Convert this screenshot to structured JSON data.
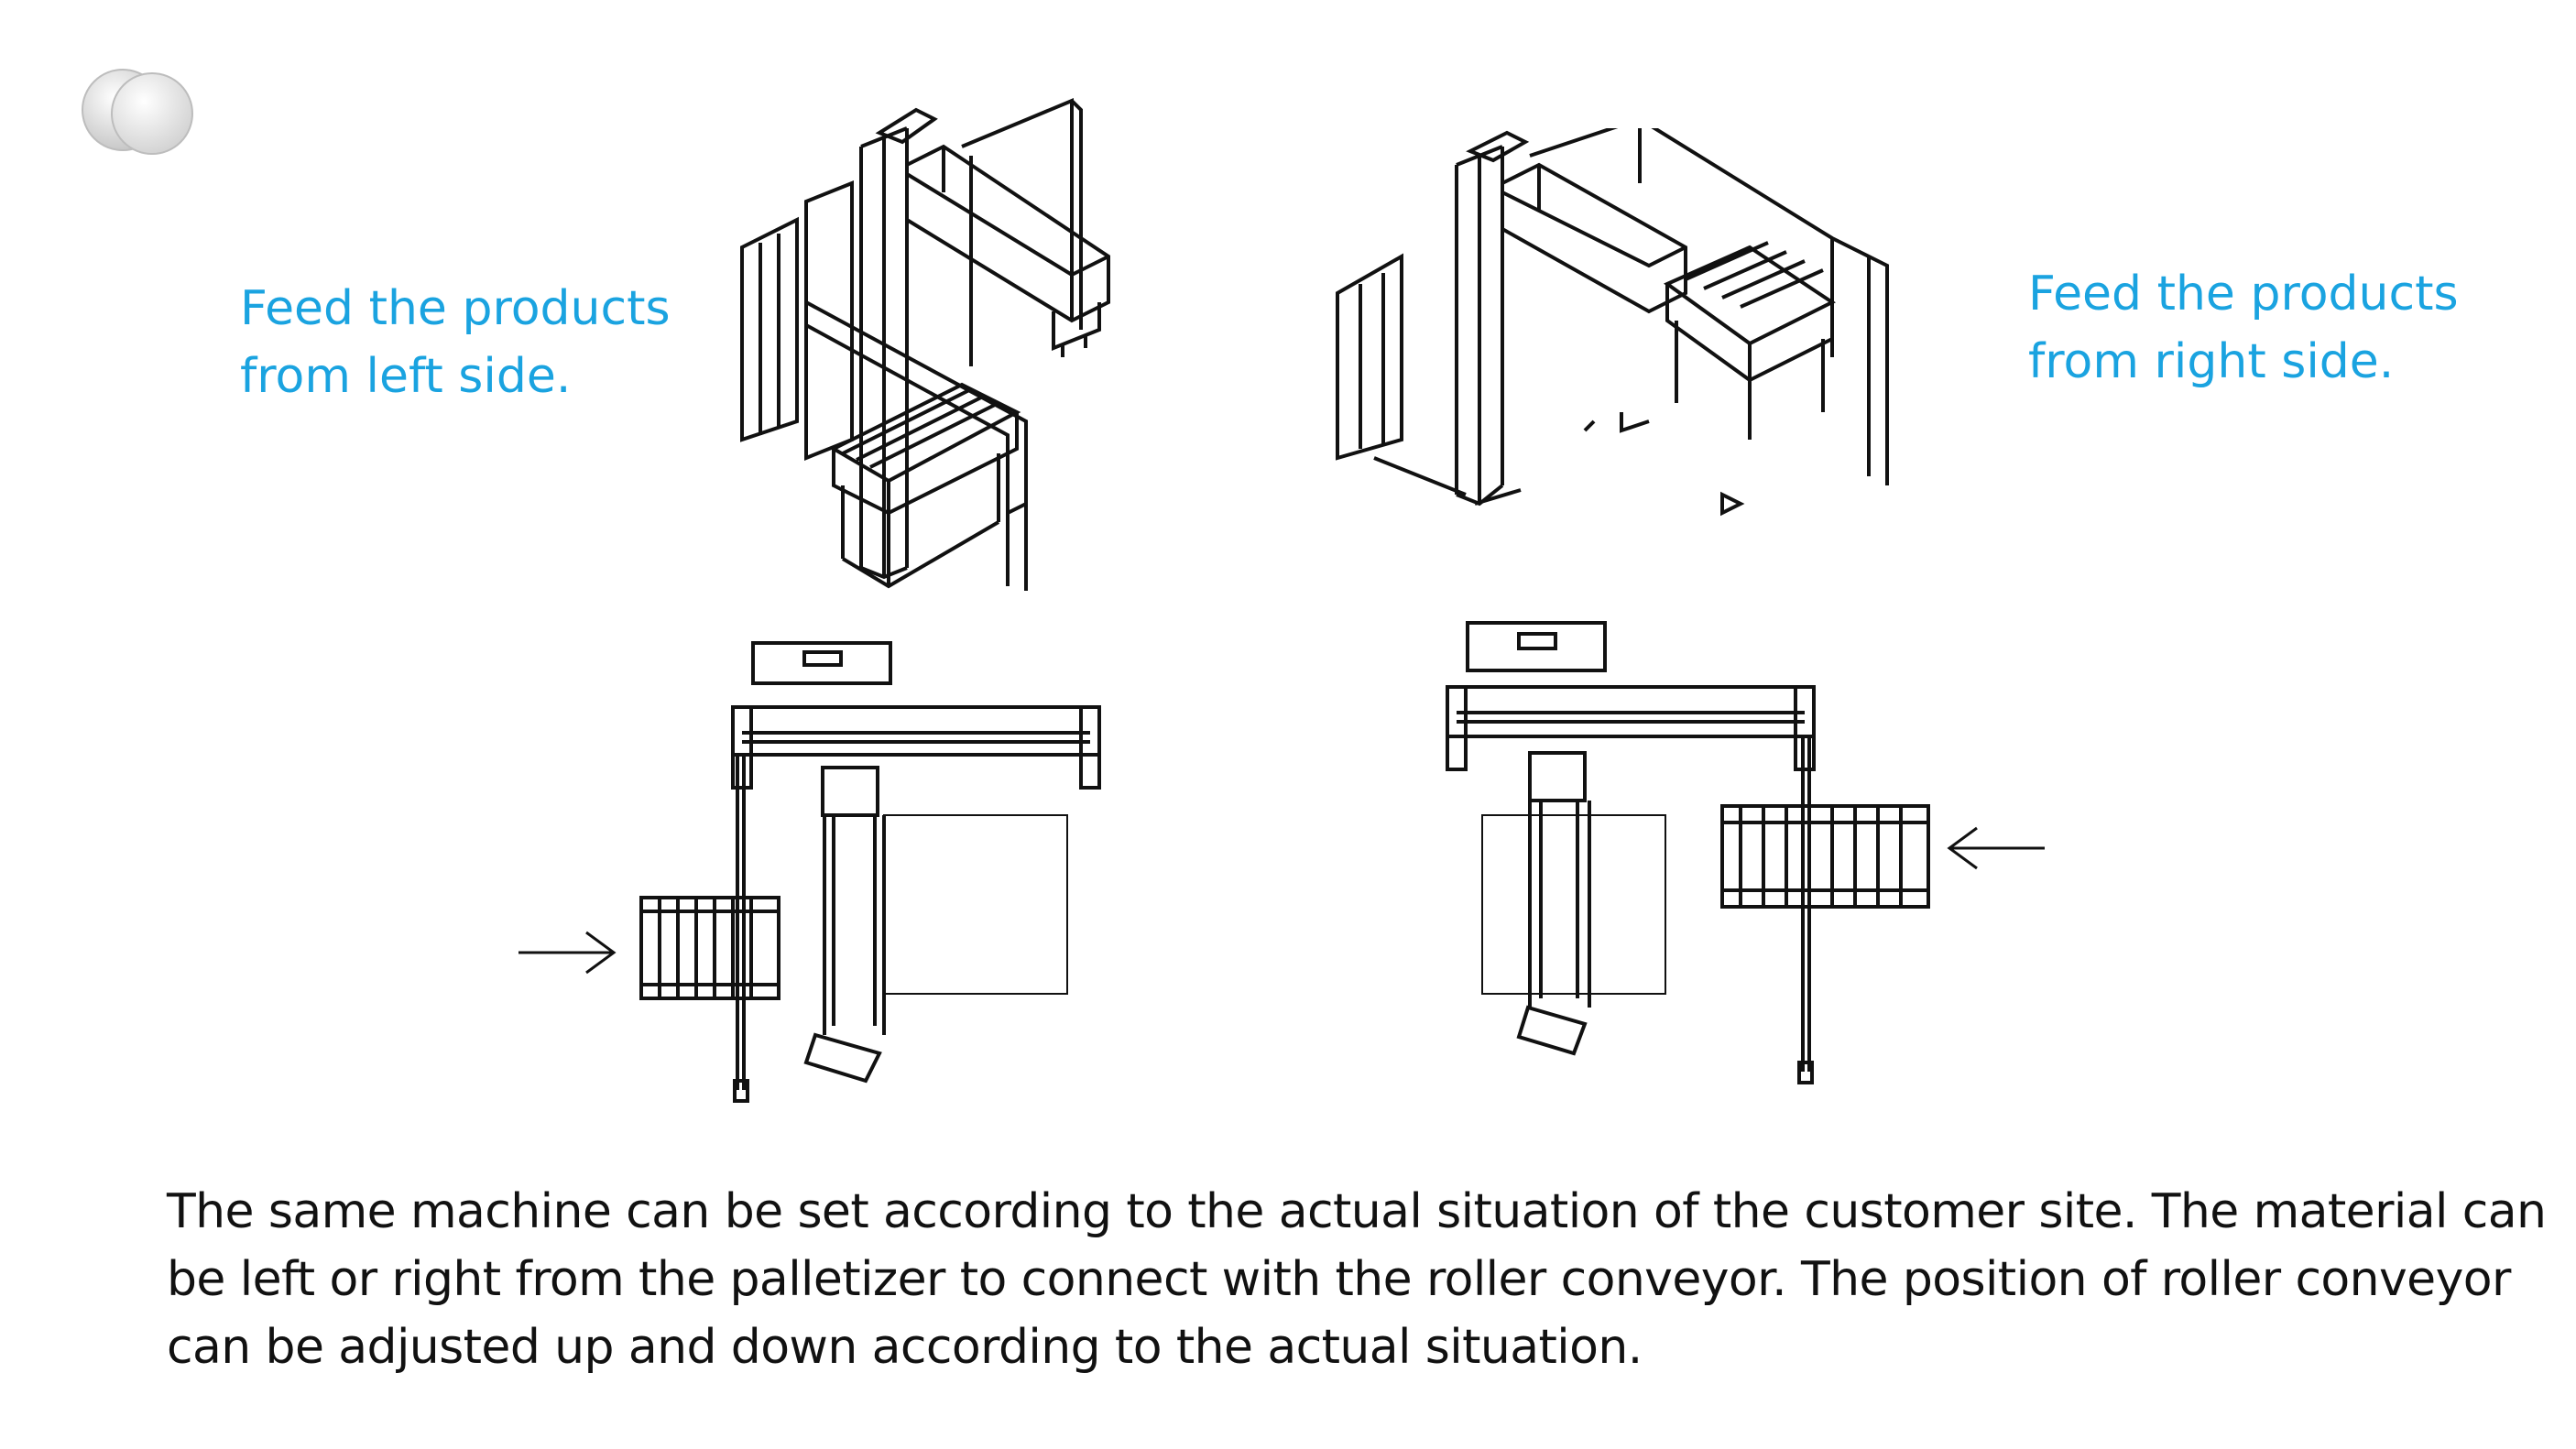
{
  "captions": {
    "left": {
      "line1": "Feed the products",
      "line2": "from left side."
    },
    "right": {
      "line1": "Feed the products",
      "line2": "from right side."
    }
  },
  "description": {
    "line1": "The same machine can be set according to the actual situation of the customer site. The material can",
    "line2": "be left or right from the palletizer to connect with the roller conveyor. The position of roller conveyor",
    "line3": "can be adjusted up and down according to the actual situation."
  },
  "colors": {
    "caption": "#1aa3e0",
    "body_text": "#111111",
    "line_art": "#111111"
  },
  "icons": {
    "logo": "double-circle-logo",
    "arrow_left_view": "arrow-right-icon",
    "arrow_right_view": "arrow-left-icon"
  }
}
